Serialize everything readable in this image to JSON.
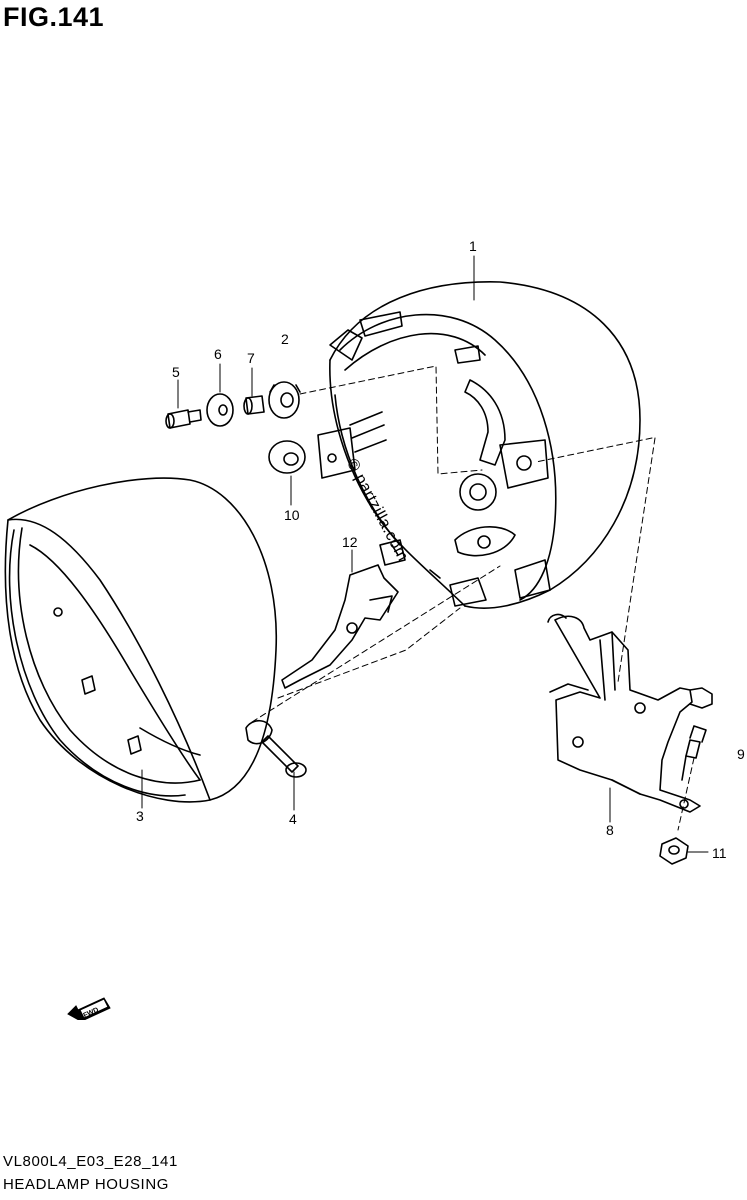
{
  "figure": {
    "title": "FIG.141",
    "watermark": "© partzilla.com",
    "fwd_label": "FWD",
    "model_code": "VL800L4_E03_E28_141",
    "caption": "HEADLAMP HOUSING"
  },
  "callouts": [
    {
      "id": "1",
      "text": "1"
    },
    {
      "id": "2",
      "text": "2"
    },
    {
      "id": "3",
      "text": "3"
    },
    {
      "id": "4",
      "text": "4"
    },
    {
      "id": "5",
      "text": "5"
    },
    {
      "id": "6",
      "text": "6"
    },
    {
      "id": "7",
      "text": "7"
    },
    {
      "id": "8",
      "text": "8"
    },
    {
      "id": "9",
      "text": "9"
    },
    {
      "id": "10",
      "text": "10"
    },
    {
      "id": "11",
      "text": "11"
    },
    {
      "id": "12",
      "text": "12"
    }
  ]
}
